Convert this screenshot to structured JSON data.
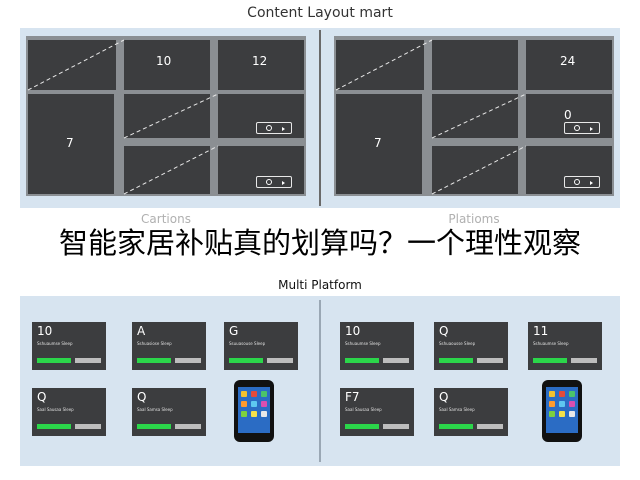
{
  "header": {
    "title": "Content Layout mart"
  },
  "top_left": {
    "numbers": [
      "10",
      "12",
      "7"
    ],
    "caption": "Cartions"
  },
  "top_right": {
    "numbers": [
      "24",
      "0",
      "7"
    ],
    "caption": "Platioms"
  },
  "overlay_text": "智能家居补贴真的划算吗？一个理性观察",
  "bottom": {
    "title": "Multi Platform",
    "left_cards": [
      {
        "head": "10",
        "line": "Sshuaumse Sleep"
      },
      {
        "head": "A",
        "line": "Sshuasiose Sleep"
      },
      {
        "head": "G",
        "line": "Ssuuasouse Sleep"
      },
      {
        "head": "Q",
        "line": "Saal Sausaa Sleep"
      },
      {
        "head": "Q",
        "line": "Saal Samsa Sleep"
      }
    ],
    "right_cards": [
      {
        "head": "10",
        "line": "Sshuaumse Sleep"
      },
      {
        "head": "Q",
        "line": "Sshuaousse Sleep"
      },
      {
        "head": "11",
        "line": "Sshuaumse Sleep"
      },
      {
        "head": "F7",
        "line": "Saal Sausaa Sleep"
      },
      {
        "head": "Q",
        "line": "Saal Samsa Sleep"
      }
    ]
  },
  "colors": {
    "tile": "#3c3d3f",
    "grid": "#8b8f93",
    "panel": "#d7e4f0",
    "accent_green": "#2bd64a"
  }
}
